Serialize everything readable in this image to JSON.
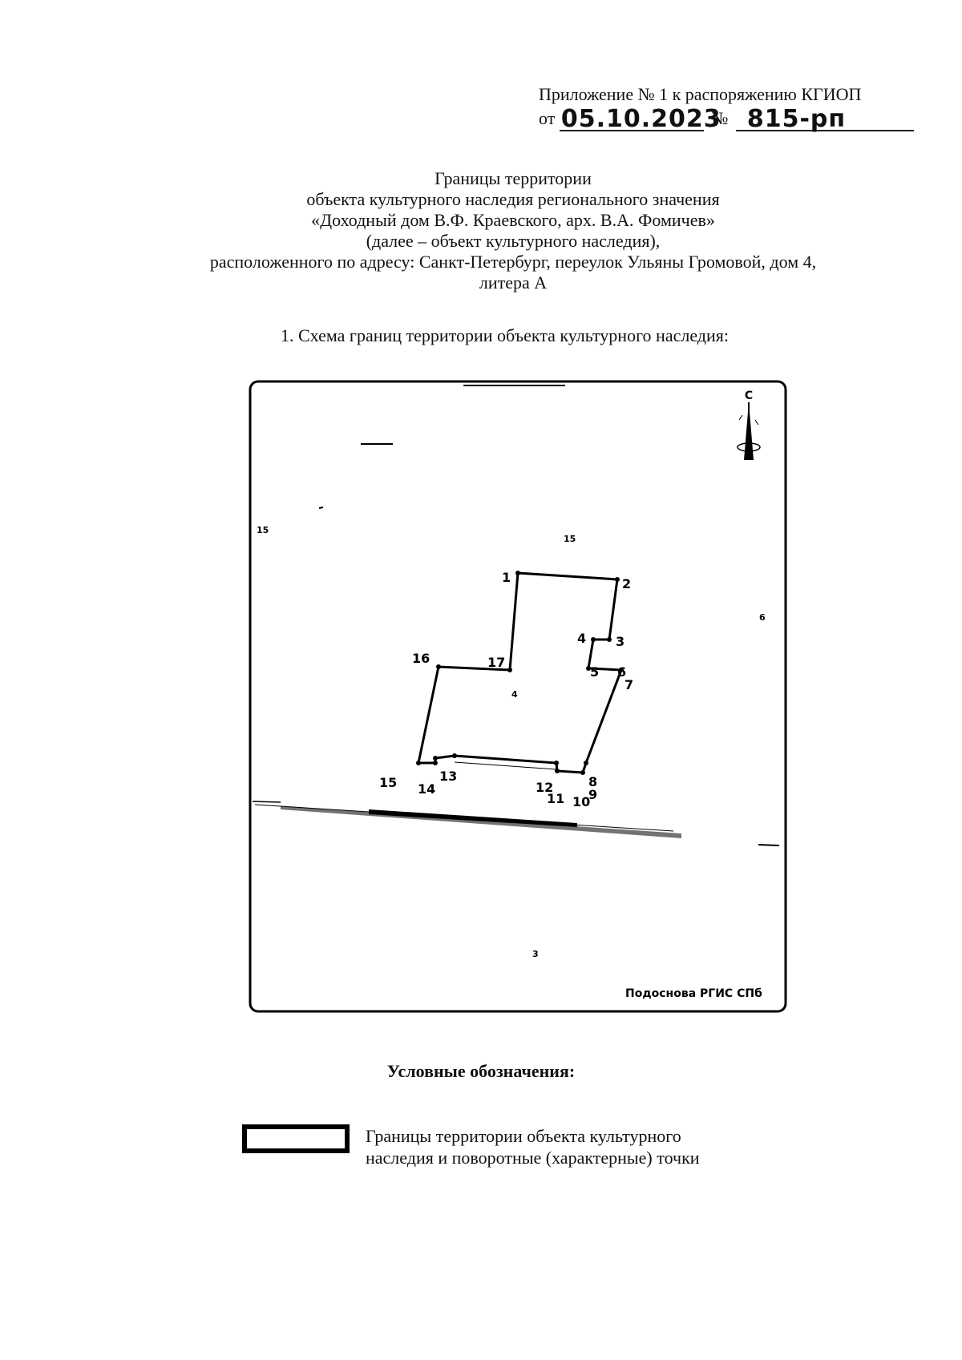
{
  "header": {
    "appendix_text": "Приложение № 1 к распоряжению КГИОП",
    "from_label": "от",
    "date": "05.10.2023",
    "number_label": "№",
    "number": "815-рп"
  },
  "title": {
    "lines": [
      "Границы территории",
      "объекта культурного наследия регионального значения",
      "«Доходный дом В.Ф. Краевского, арх. В.А. Фомичев»",
      "(далее – объект культурного наследия),",
      "расположенного по адресу: Санкт-Петербург, переулок Ульяны Громовой, дом 4,",
      "литера А"
    ]
  },
  "section_1": "1.   Схема границ территории объекта культурного наследия:",
  "scheme": {
    "parcel_labels": [
      "15",
      "15",
      "6",
      "4",
      "3"
    ],
    "point_labels": [
      "1",
      "2",
      "3",
      "4",
      "5",
      "6",
      "7",
      "8",
      "9",
      "10",
      "11",
      "12",
      "13",
      "14",
      "15",
      "16",
      "17"
    ],
    "north_label": "С",
    "source_caption": "Подоснова РГИС СПб",
    "boundary_color": "#000000"
  },
  "legend": {
    "title": "Условные обозначения:",
    "item_text_lines": [
      "Границы территории объекта культурного",
      "наследия и поворотные (характерные) точки"
    ]
  }
}
